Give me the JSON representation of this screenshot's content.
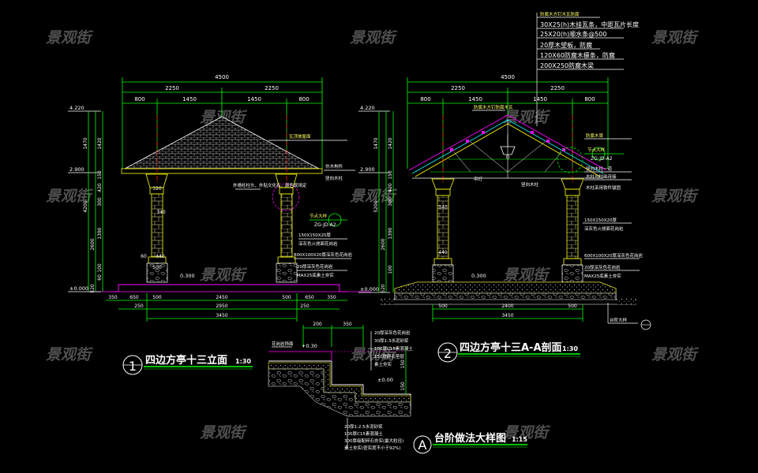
{
  "watermark": "景观街",
  "left_drawing": {
    "number": "1",
    "title": "四边方亭十三立面",
    "scale": "1:30",
    "top_dims": {
      "overall": "4500",
      "halves": [
        "2250",
        "2250"
      ],
      "parts": [
        "800",
        "1450",
        "1450",
        "800"
      ]
    },
    "bottom_dims": {
      "rows": [
        [
          "350",
          "650",
          "500",
          "2450",
          "500",
          "650",
          "350"
        ],
        [
          "250",
          "2950",
          "250"
        ]
      ],
      "overall": "3450"
    },
    "side_dims": [
      "1470",
      "1420",
      "150",
      "420",
      "300",
      "4200",
      "1390",
      "2600",
      "100",
      "60",
      "520"
    ],
    "levels": [
      "4.220",
      "2.900",
      "±0.000",
      "0.300"
    ],
    "pillar_dims": [
      "320",
      "340",
      "440",
      "500"
    ],
    "notes": [
      "瓦顶坡屋面",
      "外墙柱柱头，外贴文化石，颜色现场定",
      "仿木构件",
      "竖向木柱",
      "150X150X20厚",
      "深灰色火烧面花岗岩",
      "800X100X20厚深灰色花岗岩",
      "20厚深灰色花岗岩",
      "MAX25底素土夯实"
    ],
    "callout": {
      "top": "节点大样",
      "bottom": "ZG-JD-A2"
    }
  },
  "right_drawing": {
    "number": "2",
    "title": "四边方亭十三A-A剖面",
    "scale": "1:30",
    "top_dims": {
      "overall": "4500",
      "halves": [
        "2250",
        "2250"
      ],
      "parts": [
        "800",
        "1450",
        "1450",
        "800"
      ]
    },
    "bottom_dims": {
      "rows": [
        [
          "500",
          "2400",
          "500"
        ]
      ],
      "overall": "3450"
    },
    "side_dims": [
      "1470",
      "1420",
      "150",
      "420",
      "300",
      "5200",
      "1390",
      "2600",
      "100",
      "520"
    ],
    "levels": [
      "4.220",
      "2.900",
      "±0.000",
      "0.300"
    ],
    "pillar_dims": [
      "340",
      "440"
    ],
    "roof_notes": [
      "防腐木方钉木瓦防腐",
      "30X25(h)木挂瓦条，中距瓦片长度",
      "25X20(h)顺水条@500",
      "20厚木望板，防腐",
      "120X60防腐木檩条，防腐",
      "200X250防腐木梁"
    ],
    "notes": [
      "防腐木方钉防腐木瓦",
      "防腐木梁",
      "竖向木柱一道",
      "木柱与柱础连接",
      "木柱采用铁件锚固",
      "吊灯",
      "150X150X20厚",
      "深灰色火烧面花岗岩",
      "600X100X20厚深灰色花岗岩",
      "20厚深灰色花岗岩",
      "MAX25底素土夯实",
      "台阶大样"
    ],
    "callout": {
      "top": "节点大样",
      "bottom": "ZG-JD-A2"
    }
  },
  "detail": {
    "letter": "A",
    "title": "台阶做法大样图",
    "scale": "1:15",
    "top_dims": [
      "200",
      "350"
    ],
    "levels": [
      "+0.30",
      "±0.00"
    ],
    "side_dims": [
      "150",
      "150"
    ],
    "notes": [
      "20厚深灰色花岗岩",
      "30厚1:3水泥砂浆",
      "100厚C15素混凝土",
      "150厚碎石垫层",
      "素土夯实",
      "花岗岩饰面"
    ],
    "bottom_notes": [
      "20厚1:2.5水泥砂浆",
      "100厚C15素混凝土",
      "300厚级配碎石夯实(最大粒径)",
      "素土夯实(密实度不小于92%)"
    ]
  }
}
